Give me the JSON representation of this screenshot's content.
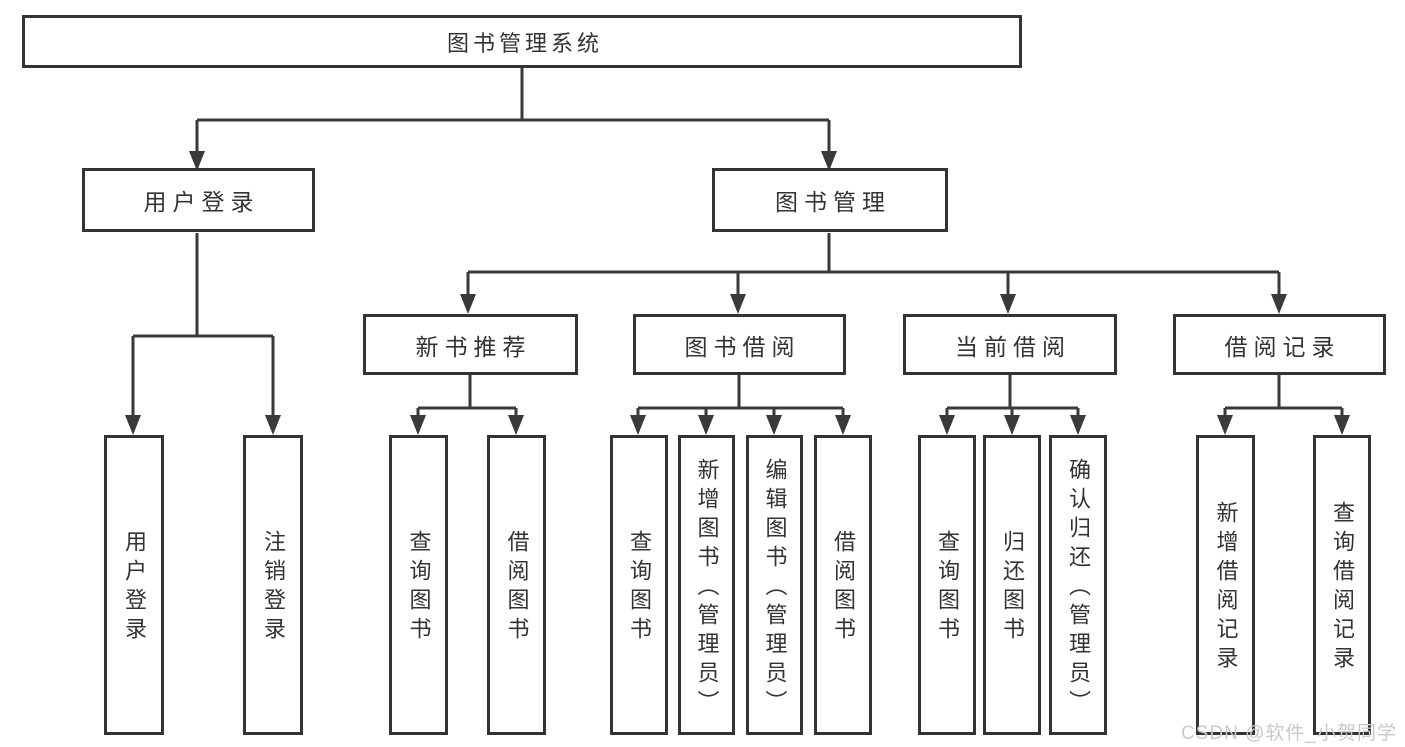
{
  "nodes": {
    "root": "图书管理系统",
    "user_login": {
      "label": "用户登录",
      "children": [
        "用户登录",
        "注销登录"
      ]
    },
    "book_management": {
      "label": "图书管理"
    },
    "new_book_recommend": {
      "label": "新书推荐",
      "children": [
        "查询图书",
        "借阅图书"
      ]
    },
    "book_borrow": {
      "label": "图书借阅",
      "children": [
        "查询图书",
        "新增图书（管理员）",
        "编辑图书（管理员）",
        "借阅图书"
      ]
    },
    "current_borrow": {
      "label": "当前借阅",
      "children": [
        "查询图书",
        "归还图书",
        "确认归还（管理员）"
      ]
    },
    "borrow_records": {
      "label": "借阅记录",
      "children": [
        "新增借阅记录",
        "查询借阅记录"
      ]
    }
  },
  "watermark": "CSDN @软件_小贺同学",
  "colors": {
    "line": "#3a3a3a",
    "box_border": "#333333",
    "text": "#333333",
    "watermark": "#c9c9c9",
    "background": "#ffffff"
  }
}
